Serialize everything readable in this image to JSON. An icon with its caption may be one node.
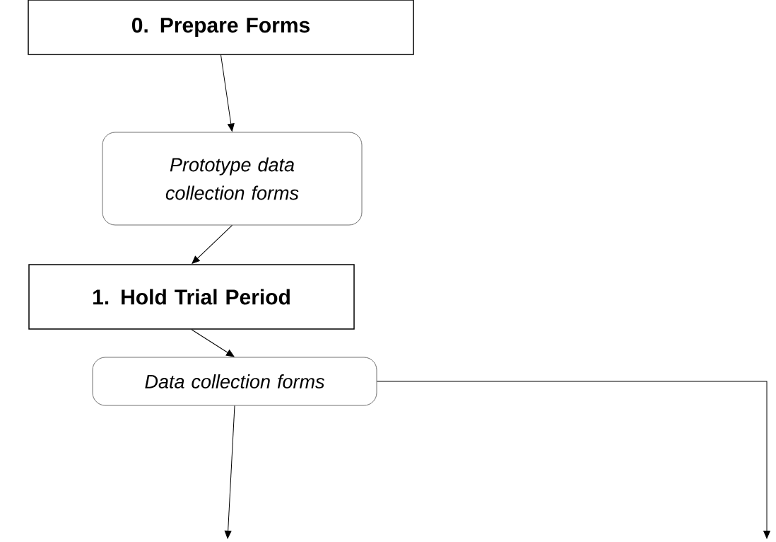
{
  "diagram": {
    "nodes": [
      {
        "text": [
          "0.  Prepare Forms"
        ]
      },
      {
        "text": [
          "Prototype data collection forms"
        ]
      },
      {
        "text": [
          "1. Hold Trial Period"
        ]
      },
      {
        "text": [
          "Data collection forms"
        ]
      }
    ],
    "edges": [
      {
        "from": 0,
        "to": 1,
        "arrow": "to"
      },
      {
        "from": 1,
        "to": 2,
        "arrow": "to"
      },
      {
        "from": 2,
        "to": 3,
        "arrow": "to"
      },
      {
        "from": 3,
        "to": null,
        "arrow": "to"
      },
      {
        "from": 3,
        "to": null,
        "arrow": "to"
      }
    ]
  }
}
